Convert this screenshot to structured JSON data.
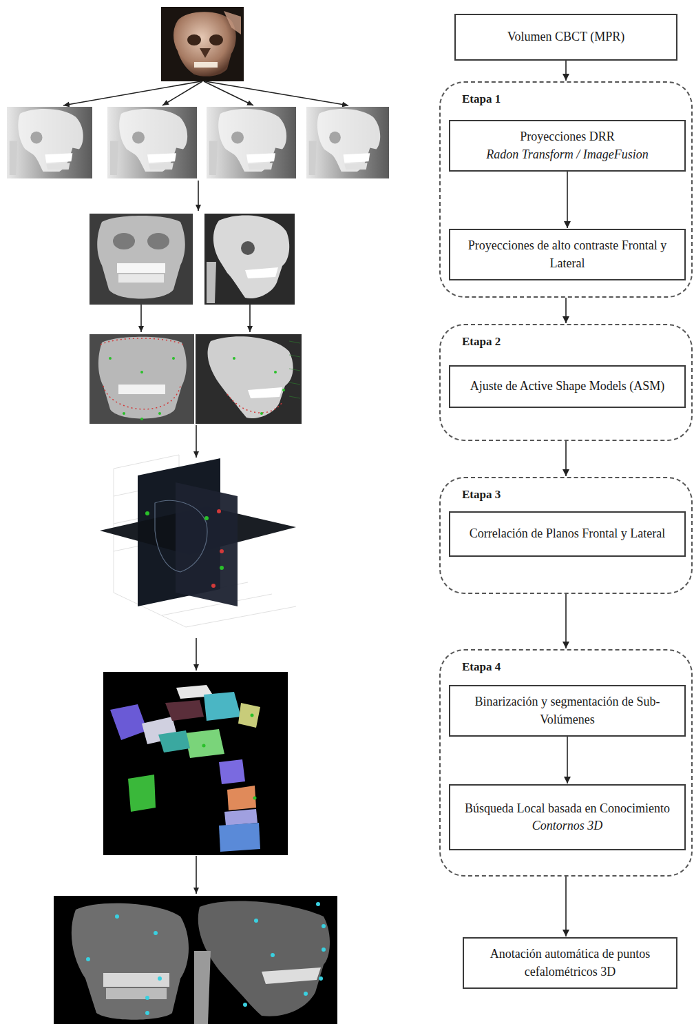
{
  "diagram": {
    "nodes": [
      {
        "text": [
          "Volumen CBCT (MPR)"
        ]
      },
      {
        "text": [
          "Etapa 1"
        ]
      },
      {
        "text": [
          "Proyecciones DRR",
          "Radon Transform / ImageFusion"
        ],
        "in": 1
      },
      {
        "text": [
          "Proyecciones de alto contraste Frontal y Lateral"
        ],
        "in": 1
      },
      {
        "text": [
          "Etapa 2"
        ]
      },
      {
        "text": [
          "Ajuste de Active Shape Models (ASM)"
        ],
        "in": 4
      },
      {
        "text": [
          "Etapa 3"
        ]
      },
      {
        "text": [
          "Correlación de Planos Frontal y Lateral"
        ],
        "in": 6
      },
      {
        "text": [
          "Etapa 4"
        ]
      },
      {
        "text": [
          "Binarización y segmentación de Sub-Volúmenes"
        ],
        "in": 8
      },
      {
        "text": [
          "Búsqueda Local basada en Conocimiento",
          "Contornos 3D"
        ],
        "in": 8
      },
      {
        "text": [
          "Anotación automática de puntos cefalométricos 3D"
        ]
      }
    ],
    "edges": [
      {
        "from": 0,
        "to": 1,
        "arrow": "to"
      },
      {
        "from": 2,
        "to": 3,
        "arrow": "to"
      },
      {
        "from": 1,
        "to": 4,
        "arrow": "to"
      },
      {
        "from": 4,
        "to": 6,
        "arrow": "to"
      },
      {
        "from": 6,
        "to": 8,
        "arrow": "to"
      },
      {
        "from": 9,
        "to": 10,
        "arrow": "to"
      },
      {
        "from": 8,
        "to": 11,
        "arrow": "to"
      }
    ]
  }
}
